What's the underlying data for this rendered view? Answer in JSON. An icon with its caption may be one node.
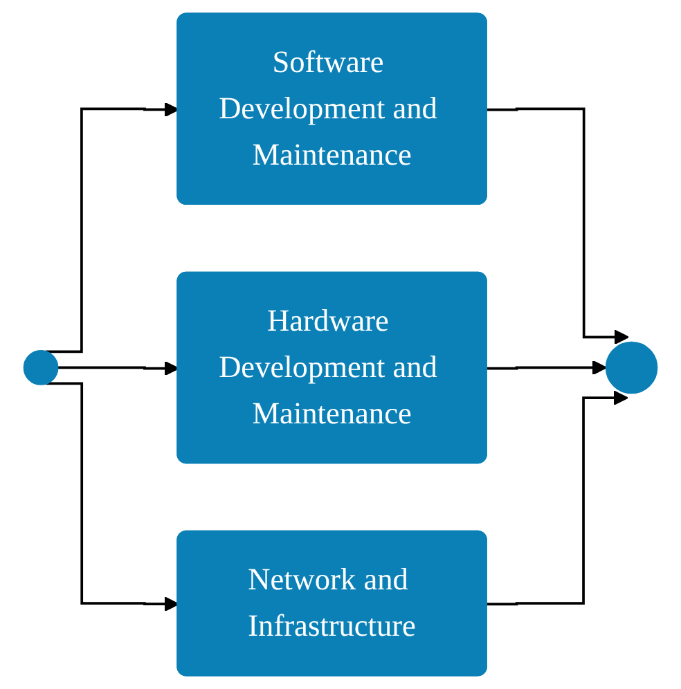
{
  "diagram": {
    "nodes": [
      {
        "text": [],
        "shape": "circle"
      },
      {
        "text": [
          "Software Development and Maintenance"
        ]
      },
      {
        "text": [
          "Hardware Development and Maintenance"
        ]
      },
      {
        "text": [
          "Network and Infrastructure"
        ]
      },
      {
        "text": [],
        "shape": "circle"
      }
    ],
    "edges": [
      {
        "from": 0,
        "to": 1,
        "arrow": "to"
      },
      {
        "from": 0,
        "to": 2,
        "arrow": "to"
      },
      {
        "from": 0,
        "to": 3,
        "arrow": "to"
      },
      {
        "from": 1,
        "to": 4,
        "arrow": "to"
      },
      {
        "from": 2,
        "to": 4,
        "arrow": "to"
      },
      {
        "from": 3,
        "to": 4,
        "arrow": "to"
      }
    ]
  }
}
